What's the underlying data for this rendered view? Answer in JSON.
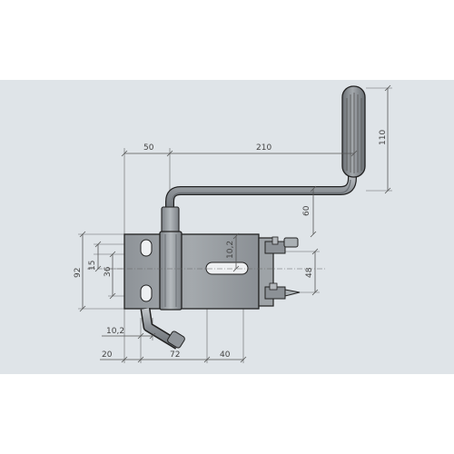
{
  "colors": {
    "background": "#dfe4e8",
    "metal": "#9ba0a5",
    "metal_dark": "#6f7479",
    "metal_light": "#b9bec2",
    "outline": "#222222",
    "dimension_line": "#555555"
  },
  "dimensions": {
    "d50": "50",
    "d210": "210",
    "d110": "110",
    "d60": "60",
    "d10_2_vertical": "10,2",
    "d92": "92",
    "d15": "15",
    "d36": "36",
    "d48": "48",
    "d10_2_horizontal": "10,2",
    "d20": "20",
    "d72": "72",
    "d40": "40"
  }
}
